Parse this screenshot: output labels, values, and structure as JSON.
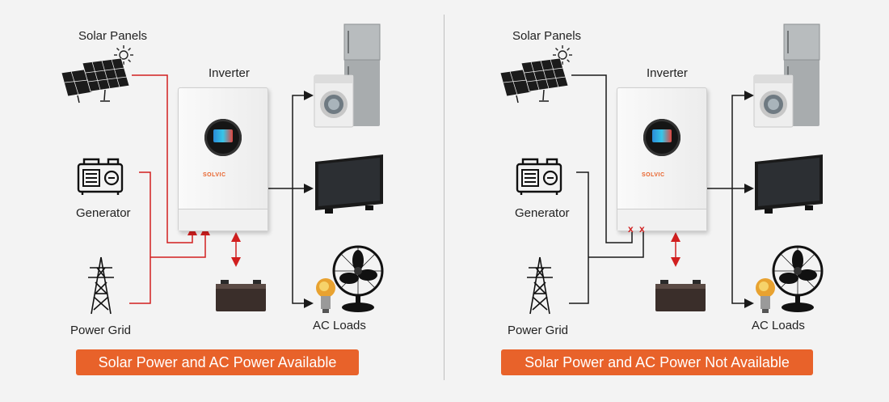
{
  "left": {
    "labels": {
      "solar": "Solar Panels",
      "inverter": "Inverter",
      "generator": "Generator",
      "grid": "Power Grid",
      "loads": "AC Loads"
    },
    "inverter_brand": "SOLVIC",
    "banner": "Solar Power and AC Power Available",
    "line_color": "#d11f1f"
  },
  "right": {
    "labels": {
      "solar": "Solar Panels",
      "inverter": "Inverter",
      "generator": "Generator",
      "grid": "Power Grid",
      "loads": "AC Loads"
    },
    "inverter_brand": "SOLVIC",
    "cut_marks": [
      "x",
      "x"
    ],
    "banner": "Solar Power and AC Power Not Available",
    "line_color": "#1a1a1a"
  },
  "colors": {
    "accent": "#e8622a",
    "arrow_red": "#d11f1f"
  },
  "icons": [
    "solar-panel-icon",
    "sun-icon",
    "generator-icon",
    "power-pylon-icon",
    "battery-icon",
    "refrigerator-icon",
    "washing-machine-icon",
    "tv-icon",
    "fan-icon",
    "light-bulb-icon"
  ]
}
